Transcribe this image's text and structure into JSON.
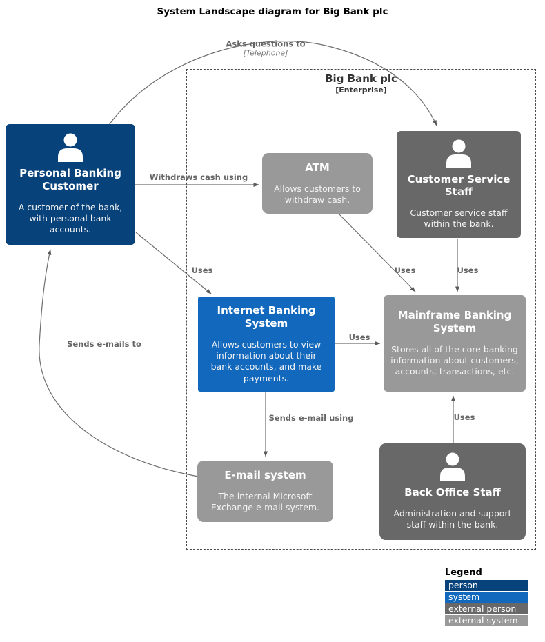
{
  "title": "System Landscape diagram for Big Bank plc",
  "boundary": {
    "label": "Big Bank plc",
    "sublabel": "[Enterprise]"
  },
  "nodes": [
    {
      "title": "Personal Banking Customer",
      "desc": "A customer of the bank, with personal bank accounts.",
      "kind": "person",
      "color": "#08427b"
    },
    {
      "title": "ATM",
      "desc": "Allows customers to withdraw cash.",
      "kind": "external system",
      "color": "#999999"
    },
    {
      "title": "Customer Service Staff",
      "desc": "Customer service staff within the bank.",
      "kind": "external person",
      "color": "#686868"
    },
    {
      "title": "Internet Banking System",
      "desc": "Allows customers to view information about their bank accounts, and make payments.",
      "kind": "system",
      "color": "#1168bd"
    },
    {
      "title": "Mainframe Banking System",
      "desc": "Stores all of the core banking information about customers, accounts, transactions, etc.",
      "kind": "external system",
      "color": "#999999"
    },
    {
      "title": "E-mail system",
      "desc": "The internal Microsoft Exchange e-mail system.",
      "kind": "external system",
      "color": "#999999"
    },
    {
      "title": "Back Office Staff",
      "desc": "Administration and support staff within the bank.",
      "kind": "external person",
      "color": "#686868"
    }
  ],
  "relationships": [
    {
      "label": "Asks questions to",
      "tech": "[Telephone]"
    },
    {
      "label": "Withdraws cash using"
    },
    {
      "label": "Uses"
    },
    {
      "label": "Uses"
    },
    {
      "label": "Uses"
    },
    {
      "label": "Uses"
    },
    {
      "label": "Sends e-mail using"
    },
    {
      "label": "Uses"
    },
    {
      "label": "Sends e-mails to"
    }
  ],
  "legend": {
    "title": "Legend",
    "items": [
      {
        "label": "person",
        "color": "#08427b"
      },
      {
        "label": "system",
        "color": "#1168bd"
      },
      {
        "label": "external person",
        "color": "#686868"
      },
      {
        "label": "external system",
        "color": "#999999"
      }
    ]
  }
}
